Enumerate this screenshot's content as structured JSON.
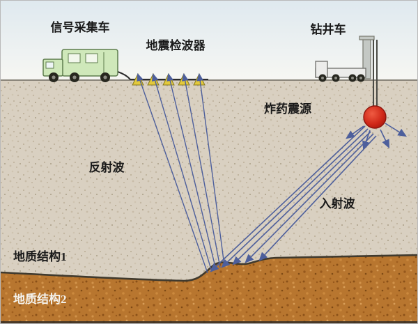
{
  "labels": {
    "signal_truck": "信号采集车",
    "geophone": "地震检波器",
    "drill_truck": "钻井车",
    "explosive_source": "炸药震源",
    "reflected_wave": "反射波",
    "incident_wave": "入射波",
    "layer1": "地质结构1",
    "layer2": "地质结构2"
  },
  "colors": {
    "arrow": "#4d5f9c",
    "source": "#c8281c",
    "geophone": "#e3c93c",
    "truck": "#cfe8ba",
    "ground": "#d9d0c1",
    "subsoil": "#b8762f",
    "sky": "#dfe9ef",
    "boundary": "#403a2e",
    "cable": "#2b2b2b",
    "label": "#1a1a1a",
    "label2": "#f4f2ec"
  }
}
